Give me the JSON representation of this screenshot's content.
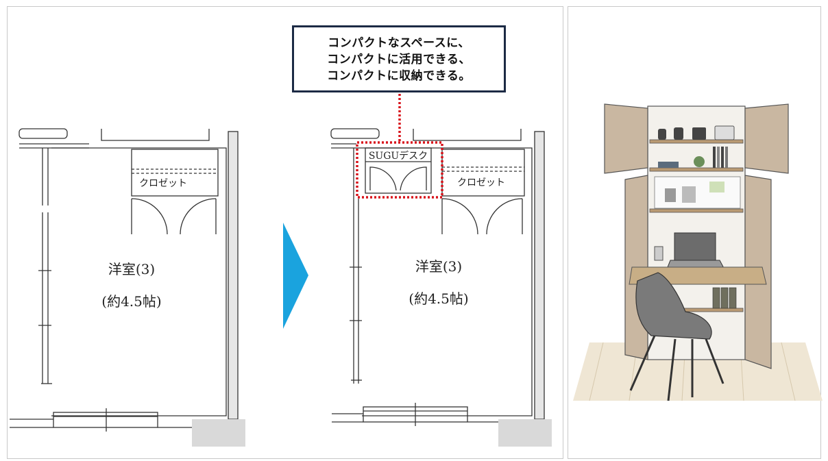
{
  "callout": {
    "lines": [
      "コンパクトなスペースに、",
      "コンパクトに活用できる、",
      "コンパクトに収納できる。"
    ]
  },
  "before_plan": {
    "closet_label": "クロゼット",
    "room_name": "洋室(3)",
    "room_size": "(約4.5帖)"
  },
  "after_plan": {
    "desk_label": "SUGUデスク",
    "closet_label": "クロゼット",
    "room_name": "洋室(3)",
    "room_size": "(約4.5帖)"
  },
  "colors": {
    "arrow": "#1aa3de",
    "highlight": "#d8131b",
    "callout_border": "#1c2a44",
    "wall": "#d9d9d9"
  }
}
